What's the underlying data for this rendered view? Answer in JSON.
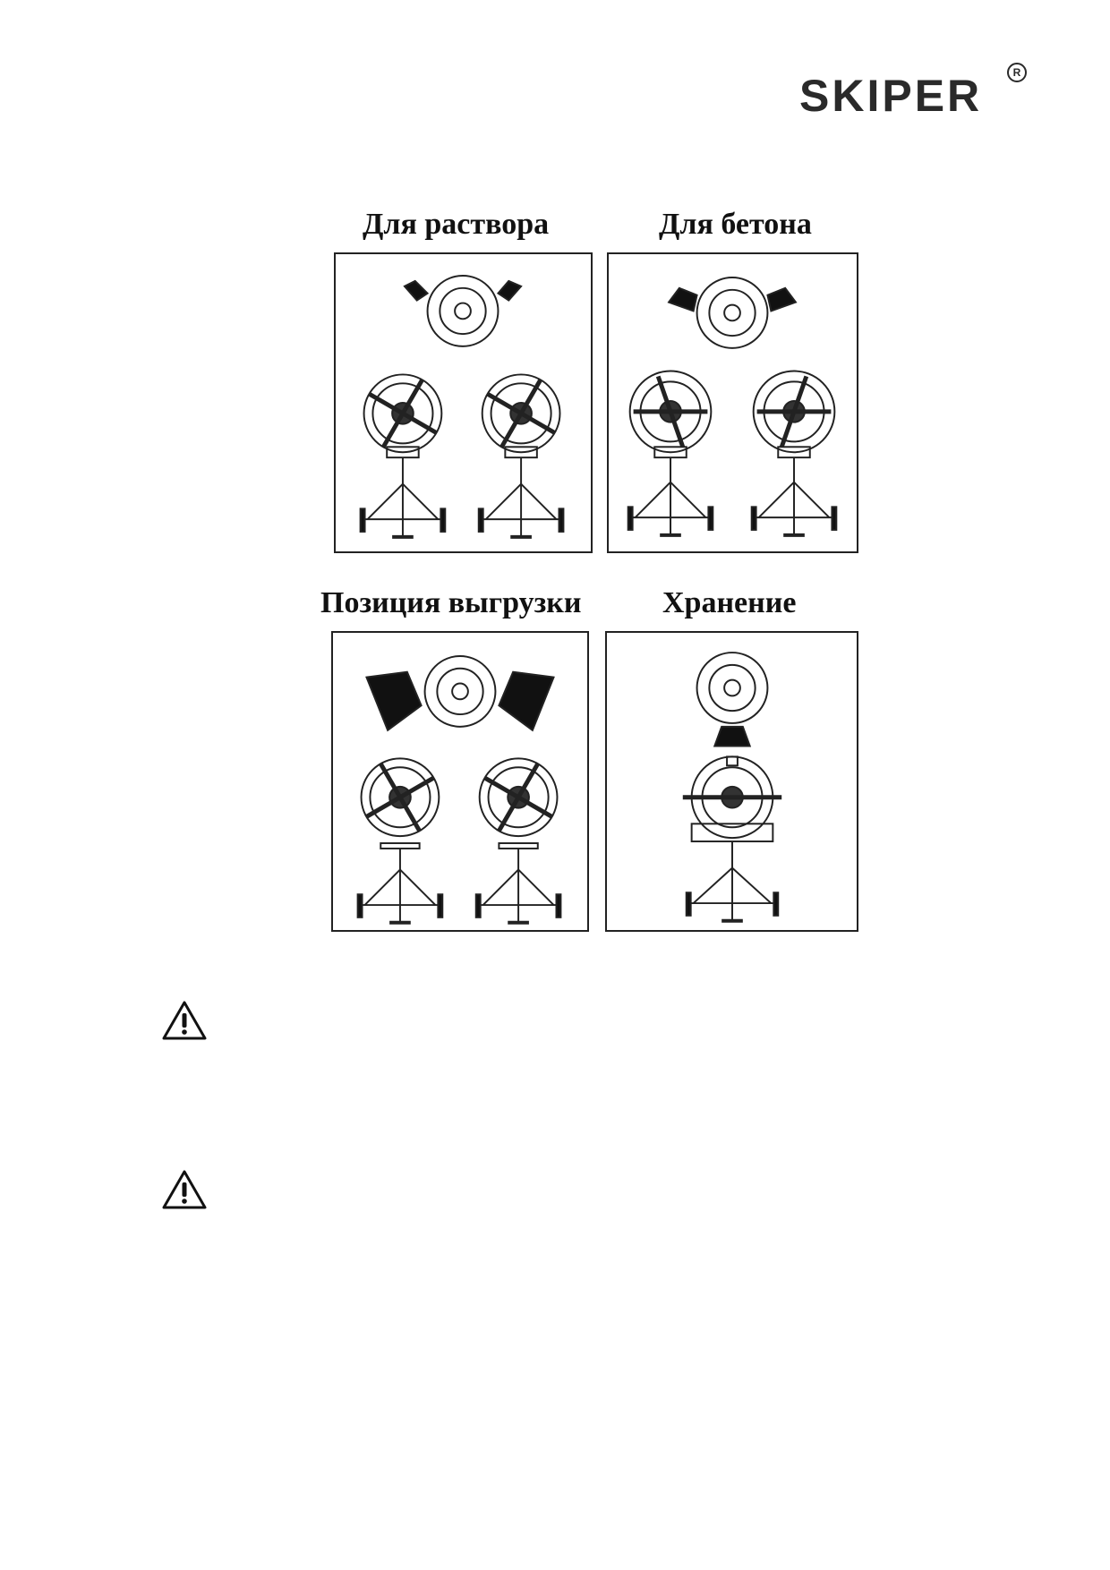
{
  "brand": {
    "name": "SKIPER",
    "registered_mark": "R"
  },
  "positions": [
    {
      "caption": "Для раствора"
    },
    {
      "caption": "Для бетона"
    },
    {
      "caption": "Позиция выгрузки"
    },
    {
      "caption": "Хранение"
    }
  ],
  "icons": [
    "warning-icon",
    "warning-icon"
  ]
}
